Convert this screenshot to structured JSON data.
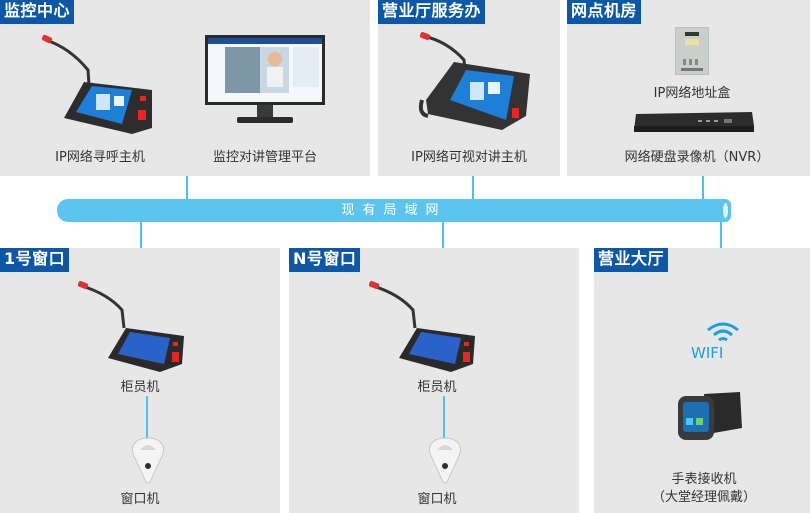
{
  "network": {
    "backbone_label": "现有局域网",
    "line_color": "#4fc0ec",
    "backbone_color": "#5bc4ef",
    "tag_color": "#0d57a7",
    "panel_color": "#e7e7e7"
  },
  "top_zones": [
    {
      "title": "监控中心",
      "devices": [
        {
          "icon": "desktop-paging-host-icon",
          "label": "IP网络寻呼主机"
        },
        {
          "icon": "monitor-platform-icon",
          "label": "监控对讲管理平台"
        }
      ]
    },
    {
      "title": "营业厅服务办",
      "devices": [
        {
          "icon": "video-intercom-host-icon",
          "label": "IP网络可视对讲主机"
        }
      ]
    },
    {
      "title": "网点机房",
      "devices": [
        {
          "icon": "ip-address-box-icon",
          "label": "IP网络地址盒"
        },
        {
          "icon": "nvr-recorder-icon",
          "label": "网络硬盘录像机（NVR）"
        }
      ]
    }
  ],
  "bottom_zones": [
    {
      "title": "1号窗口",
      "devices": [
        {
          "icon": "teller-terminal-icon",
          "label": "柜员机"
        },
        {
          "icon": "window-intercom-icon",
          "label": "窗口机"
        }
      ]
    },
    {
      "title": "N号窗口",
      "devices": [
        {
          "icon": "teller-terminal-icon",
          "label": "柜员机"
        },
        {
          "icon": "window-intercom-icon",
          "label": "窗口机"
        }
      ]
    },
    {
      "title": "营业大厅",
      "wifi_label": "WIFI",
      "devices": [
        {
          "icon": "smartwatch-receiver-icon",
          "label": "手表接收机",
          "sublabel": "（大堂经理佩戴）"
        }
      ]
    }
  ]
}
